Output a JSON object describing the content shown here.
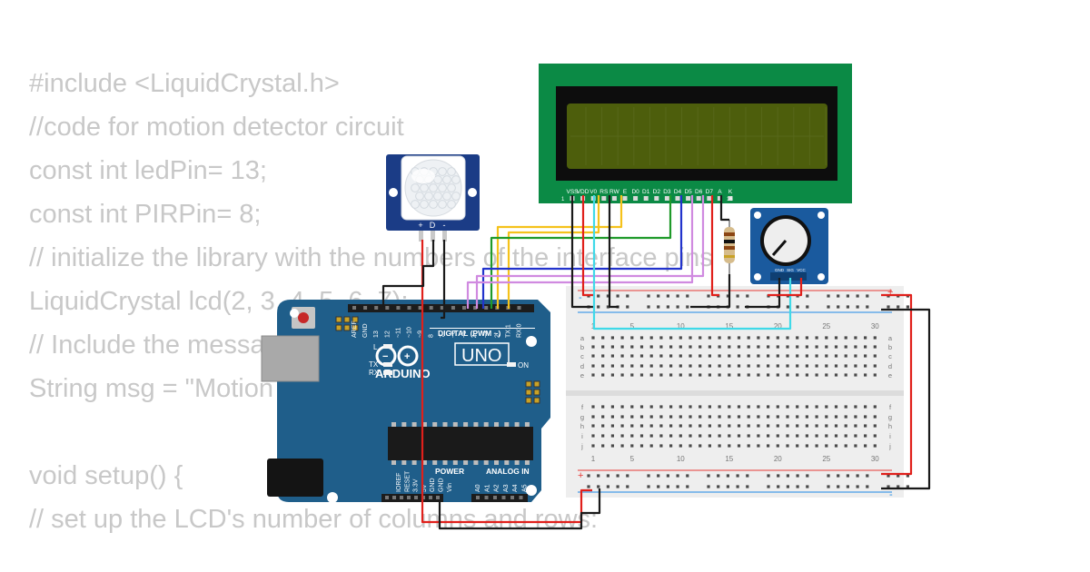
{
  "code_lines": [
    "#include <LiquidCrystal.h>",
    "//code for motion detector circuit",
    "const int ledPin= 13;",
    "const int PIRPin= 8;",
    "// initialize the library with the numbers of the interface pins",
    "LiquidCrystal lcd(2, 3, 4, 5, 6, 7);",
    "// Include the message string",
    "String msg = \"Motion detected\";",
    "",
    "void setup() {",
    "// set up the LCD's number of columns and rows:"
  ],
  "lcd": {
    "pin_labels": [
      "VSS",
      "VDD",
      "V0",
      "RS",
      "RW",
      "E",
      "D0",
      "D1",
      "D2",
      "D3",
      "D4",
      "D5",
      "D6",
      "D7",
      "A",
      "K"
    ],
    "pin_first": "1",
    "pin_last": "16",
    "colors": {
      "board": "#0b8a45",
      "bezel": "#0d0d0d",
      "screen": "#4d5e0c"
    }
  },
  "pir": {
    "pin_labels": [
      "+",
      "D",
      "-"
    ],
    "color": "#1b3c86"
  },
  "potentiometer": {
    "pin_labels": [
      "GND",
      "SIG",
      "VCC"
    ],
    "color": "#1a5a9e"
  },
  "arduino": {
    "brand": "ARDUINO",
    "model": "UNO",
    "digital_header": "DIGITAL (PWM ~)",
    "top_pin_labels": [
      "AREF",
      "GND",
      "13",
      "12",
      "~11",
      "~10",
      "~9",
      "8",
      "7",
      "~6",
      "~5",
      "4",
      "~3",
      "2",
      "TX 1",
      "RX 0"
    ],
    "power_header": "POWER",
    "power_pin_labels": [
      "IOREF",
      "RESET",
      "3.3V",
      "5V",
      "GND",
      "GND",
      "Vin"
    ],
    "analog_header": "ANALOG IN",
    "analog_pin_labels": [
      "A0",
      "A1",
      "A2",
      "A3",
      "A4",
      "A5"
    ],
    "led_labels": [
      "L",
      "TX",
      "RX"
    ],
    "on_label": "ON",
    "color": "#1f5e8a"
  },
  "breadboard": {
    "column_numbers": [
      "1",
      "5",
      "10",
      "15",
      "20",
      "25",
      "30"
    ],
    "rows_top": [
      "a",
      "b",
      "c",
      "d",
      "e"
    ],
    "rows_bottom": [
      "f",
      "g",
      "h",
      "i",
      "j"
    ],
    "rail_plus": "+",
    "rail_minus": "-"
  },
  "wire_colors": {
    "red": "#e0201b",
    "black": "#1a1a1a",
    "yellow": "#f5c21b",
    "orange": "#f08a1c",
    "green": "#1f9a2a",
    "blue": "#2233cc",
    "violet": "#d08ae0",
    "cyan": "#3fd9e8"
  }
}
